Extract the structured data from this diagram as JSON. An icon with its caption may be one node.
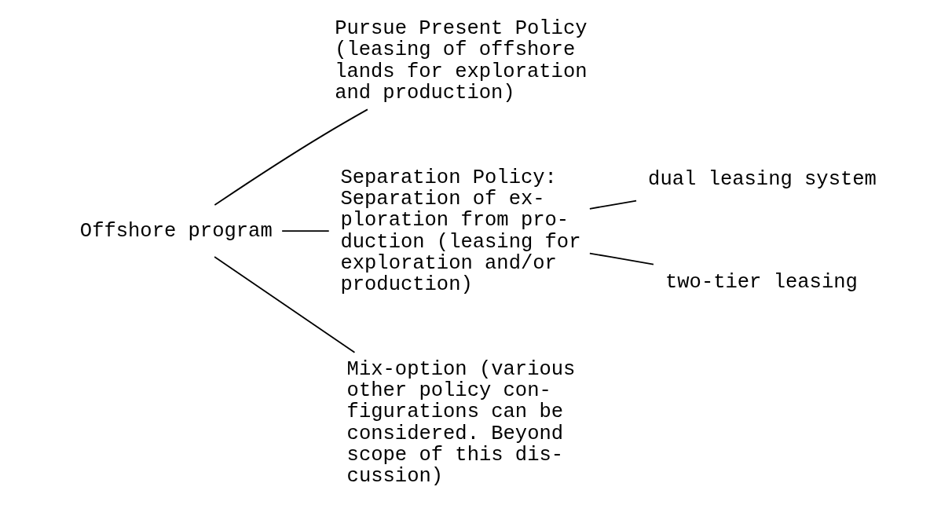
{
  "diagram": {
    "nodes": [
      {
        "text": [
          "Offshore program"
        ]
      },
      {
        "text": [
          "Pursue Present Policy (leasing of offshore lands for exploration and production)"
        ]
      },
      {
        "text": [
          "Separation Policy: Separation of ex- ploration from pro- duction (leasing for exploration and/or production)"
        ]
      },
      {
        "text": [
          "Mix-option (various other policy con- figurations can be considered. Beyond scope of this dis- cussion)"
        ]
      },
      {
        "text": [
          "dual leasing system"
        ]
      },
      {
        "text": [
          "two-tier leasing"
        ]
      }
    ],
    "edges": [
      {
        "from": 0,
        "to": 1,
        "arrow": "none"
      },
      {
        "from": 0,
        "to": 2,
        "arrow": "none"
      },
      {
        "from": 0,
        "to": 3,
        "arrow": "none"
      },
      {
        "from": 2,
        "to": 4,
        "arrow": "none"
      },
      {
        "from": 2,
        "to": 5,
        "arrow": "none"
      }
    ]
  }
}
